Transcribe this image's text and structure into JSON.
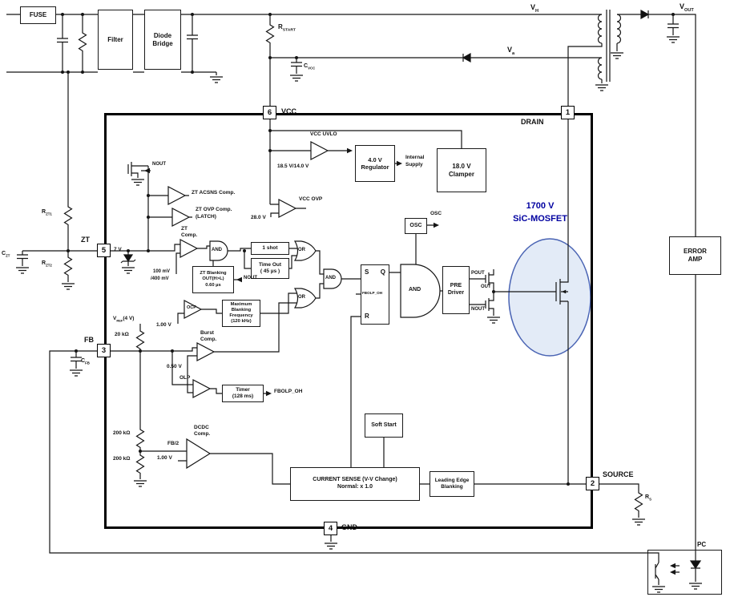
{
  "diagram": {
    "type": "block-schematic",
    "description": "Flyback converter control IC with integrated 1700 V SiC-MOSFET - internal block diagram"
  },
  "colors": {
    "accent_blue": "#0000a0",
    "ellipse_fill": "#dce6f5",
    "ellipse_stroke": "#4a64b4",
    "wire": "#151515",
    "box_border": "#1a1a1a"
  },
  "input_stage": {
    "fuse": "FUSE",
    "filter": "Filter",
    "bridge": [
      "Diode",
      "Bridge"
    ]
  },
  "nets": {
    "vh": [
      "V",
      "H"
    ],
    "va": [
      "V",
      "a"
    ],
    "vout": [
      "V",
      "OUT"
    ],
    "rstart": [
      "R",
      "START"
    ],
    "cvcc": [
      "C",
      "VCC"
    ],
    "rzt1": [
      "R",
      "ZT1"
    ],
    "rzt2": [
      "R",
      "ZT2"
    ],
    "czt": [
      "C",
      "ZT"
    ],
    "cfb": [
      "C",
      "FB"
    ],
    "rs": [
      "R",
      "S"
    ]
  },
  "pins": {
    "vcc": {
      "num": "6",
      "name": "VCC"
    },
    "drain": {
      "num": "1",
      "name": "DRAIN"
    },
    "zt": {
      "num": "5",
      "name": "ZT"
    },
    "fb": {
      "num": "3",
      "name": "FB"
    },
    "source": {
      "num": "2",
      "name": "SOURCE"
    },
    "gnd": {
      "num": "4",
      "name": "GND"
    }
  },
  "power": {
    "uvlo": "VCC UVLO",
    "uvlo_threshold": "18.5 V/14.0 V",
    "regulator": [
      "4.0 V",
      "Regulator"
    ],
    "internal_supply": [
      "Internal",
      "Supply"
    ],
    "clamper": [
      "18.0 V",
      "Clamper"
    ],
    "ovp": "VCC OVP",
    "ovp_threshold": "28.0 V",
    "osc_block": "OSC",
    "osc_signal": "OSC"
  },
  "mosfet": {
    "title": [
      "1700 V",
      "SiC-MOSFET"
    ]
  },
  "zt_section": {
    "nout_pull": "NOUT",
    "acsns": "ZT ACSNS Comp.",
    "ovp_comp": [
      "ZT OVP Comp.",
      "(LATCH)"
    ],
    "zt_comp": [
      "ZT",
      "Comp."
    ],
    "zener": "7 V",
    "threshold": [
      "100 mV",
      "/400 mV"
    ],
    "one_shot": "1 shot",
    "time_out": [
      "Time Out",
      "( 45 µs )"
    ],
    "blanking": [
      "ZT Blanking",
      "OUT(H>L)",
      "0.60 µs"
    ],
    "blanking_nout": "NOUT",
    "ocp": "OCP",
    "ocp_ref": "1.00 V",
    "max_blanking": [
      "Maximum",
      "Blanking",
      "Frequency",
      "(120 kHz)"
    ]
  },
  "fb_section": {
    "vref_main": "V",
    "vref_sub": "REF",
    "vref_rest": "(4 V)",
    "r20k": "20 kΩ",
    "burst": [
      "Burst",
      "Comp."
    ],
    "burst_ref": "0.50 V",
    "olp": "OLP",
    "timer": [
      "Timer",
      "(128 ms)"
    ],
    "fbolp": "FBOLP_OH",
    "r200k_1": "200 kΩ",
    "r200k_2": "200 kΩ",
    "dcdc": [
      "DCDC",
      "Comp."
    ],
    "fb2": "FB/2",
    "dcdc_ref": "1.00 V"
  },
  "logic": {
    "and": "AND",
    "or": "OR",
    "s": "S",
    "q": "Q",
    "r": "R",
    "fbolp_in": "FBOLP_OH"
  },
  "driver": {
    "pre": [
      "PRE",
      "Driver"
    ],
    "pout": "POUT",
    "out": "OUT",
    "nout": "NOUT"
  },
  "sense": {
    "soft_start": "Soft Start",
    "current_sense": [
      "CURRENT SENSE (V-V Change)",
      "Normal: x 1.0"
    ],
    "leb": [
      "Leading Edge",
      "Blanking"
    ]
  },
  "secondary": {
    "error_amp": [
      "ERROR",
      "AMP"
    ],
    "pc": "PC"
  }
}
